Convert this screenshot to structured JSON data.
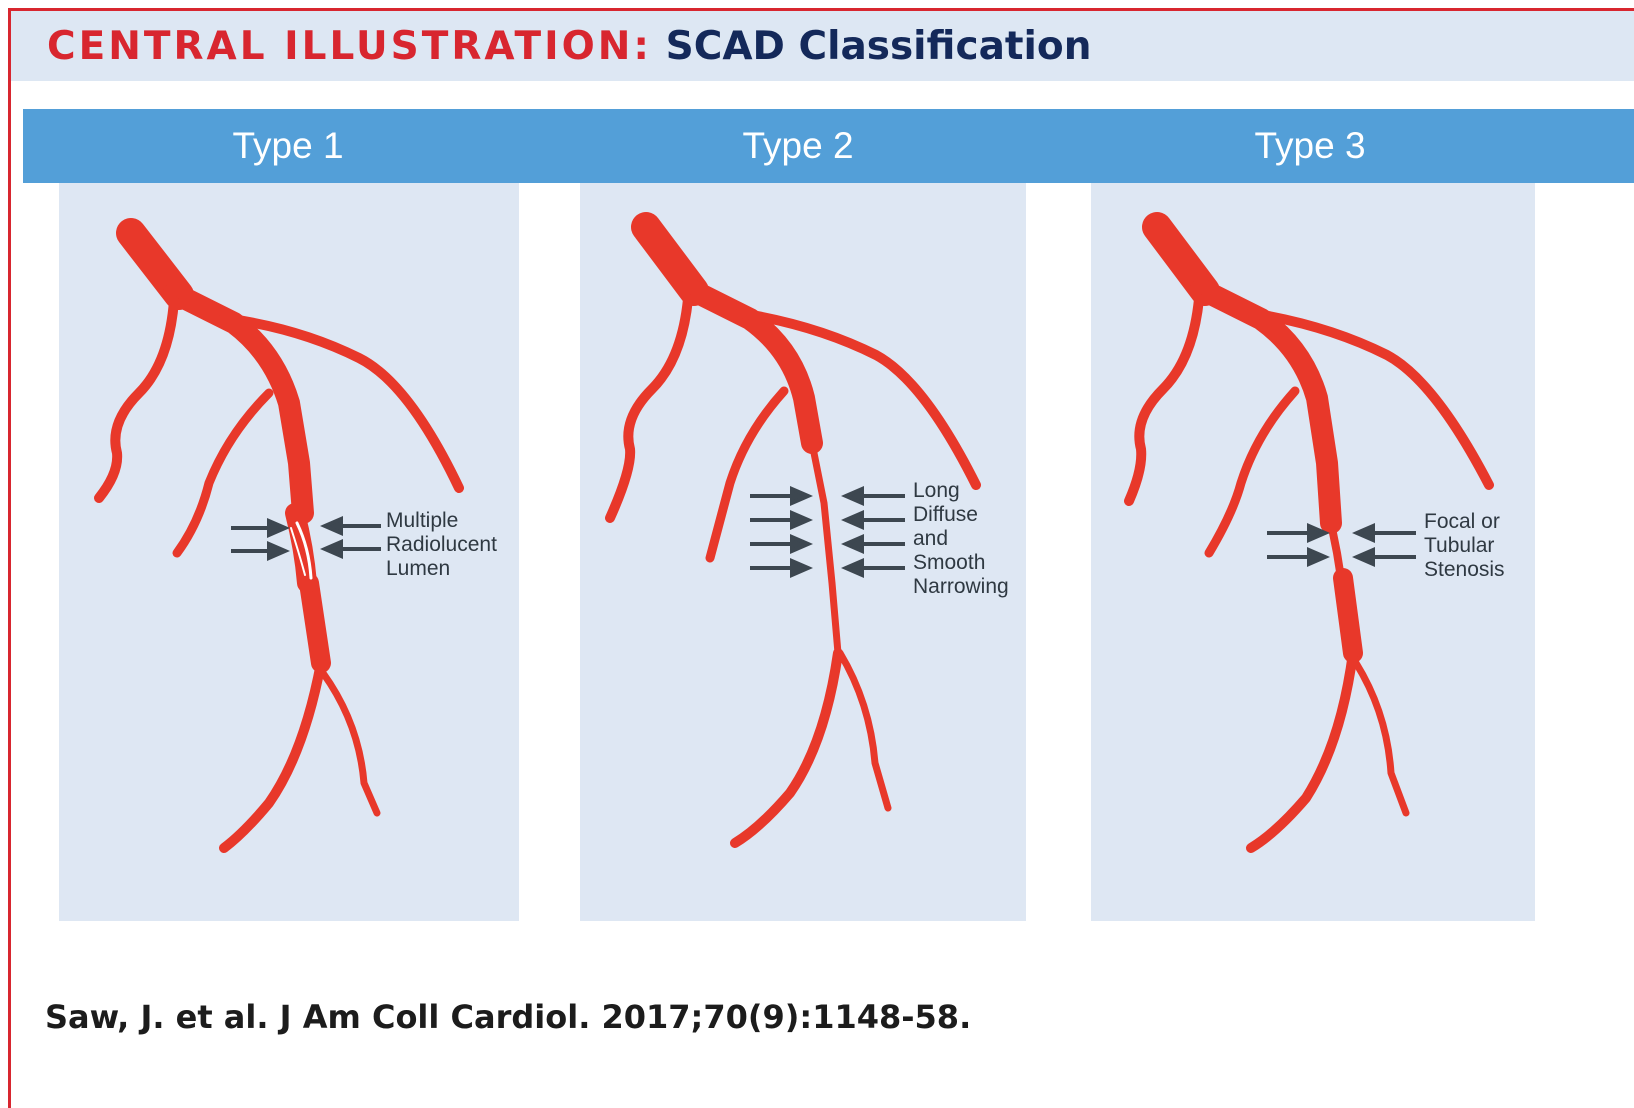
{
  "header": {
    "prefix": "CENTRAL ILLUSTRATION:",
    "title": "SCAD Classification"
  },
  "types": [
    {
      "label": "Type 1",
      "annotation": "Multiple\nRadiolucent\nLumen"
    },
    {
      "label": "Type 2",
      "annotation": "Long\nDiffuse\nand\nSmooth\nNarrowing"
    },
    {
      "label": "Type 3",
      "annotation": "Focal or\nTubular\nStenosis"
    }
  ],
  "citation": "Saw, J. et al. J Am Coll Cardiol. 2017;70(9):1148-58.",
  "colors": {
    "accent_red": "#d8262f",
    "title_navy": "#14295a",
    "type_bar_blue": "#539fd8",
    "panel_bg": "#dee7f3",
    "artery_red": "#e8382a",
    "arrow_gray": "#3d4750"
  }
}
